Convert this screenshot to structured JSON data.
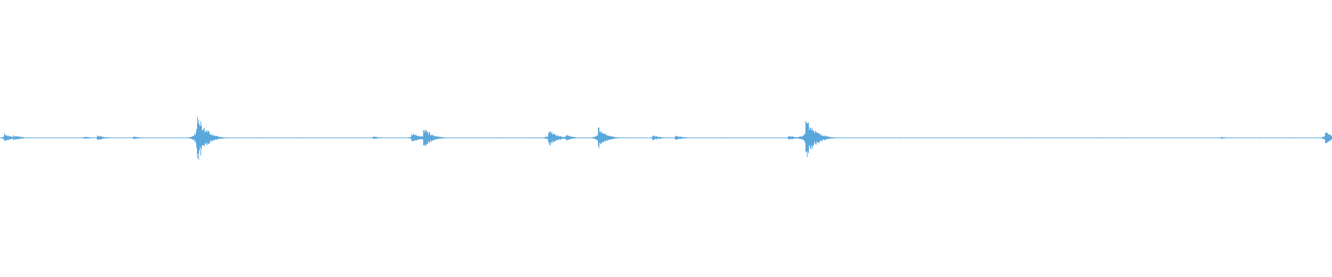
{
  "waveform": {
    "color": "#5aa7dc",
    "background": "#ffffff",
    "bursts": [
      {
        "position": 0.003,
        "amplitude": 0.14
      },
      {
        "position": 0.01,
        "amplitude": 0.1
      },
      {
        "position": 0.063,
        "amplitude": 0.05
      },
      {
        "position": 0.073,
        "amplitude": 0.09
      },
      {
        "position": 0.1,
        "amplitude": 0.05
      },
      {
        "position": 0.148,
        "amplitude": 0.95
      },
      {
        "position": 0.153,
        "amplitude": 0.4
      },
      {
        "position": 0.28,
        "amplitude": 0.05
      },
      {
        "position": 0.309,
        "amplitude": 0.18
      },
      {
        "position": 0.318,
        "amplitude": 0.38
      },
      {
        "position": 0.412,
        "amplitude": 0.3
      },
      {
        "position": 0.425,
        "amplitude": 0.1
      },
      {
        "position": 0.449,
        "amplitude": 0.38
      },
      {
        "position": 0.49,
        "amplitude": 0.1
      },
      {
        "position": 0.507,
        "amplitude": 0.09
      },
      {
        "position": 0.592,
        "amplitude": 0.08
      },
      {
        "position": 0.605,
        "amplitude": 0.8
      },
      {
        "position": 0.612,
        "amplitude": 0.3
      },
      {
        "position": 0.917,
        "amplitude": 0.04
      },
      {
        "position": 0.995,
        "amplitude": 0.25
      }
    ]
  }
}
